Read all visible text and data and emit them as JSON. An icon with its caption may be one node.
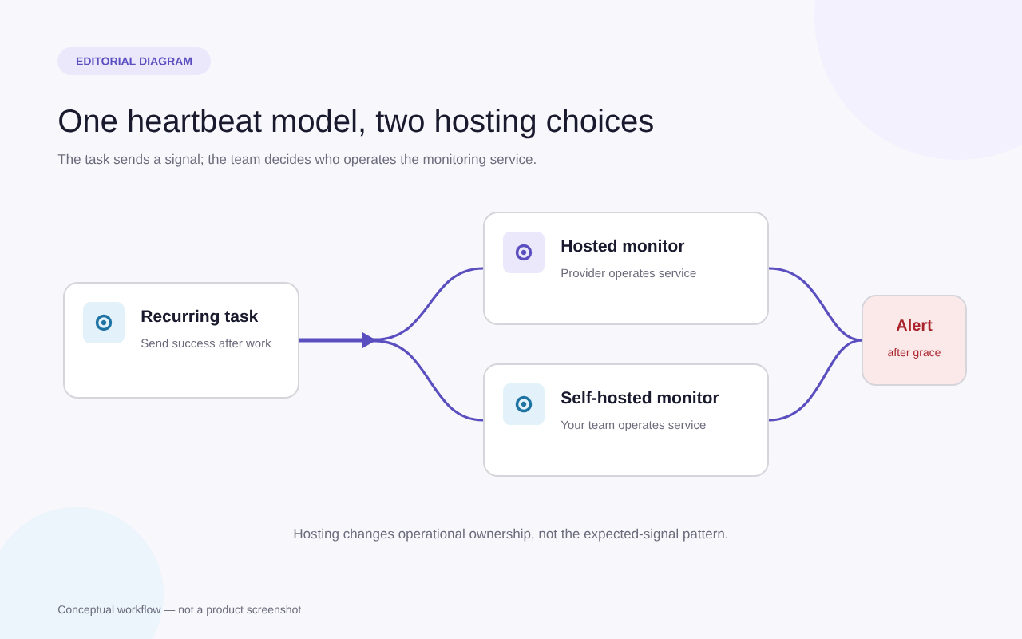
{
  "diagram": {
    "title": "One heartbeat model, two hosting choices",
    "nodes": [
      {
        "text": [
          "EDITORIAL DIAGRAM"
        ]
      },
      {
        "text": [
          "Recurring task",
          "Send success after work"
        ]
      },
      {
        "text": [
          "Hosted monitor",
          "Provider operates service"
        ]
      },
      {
        "text": [
          "Self-hosted monitor",
          "Your team operates service"
        ]
      },
      {
        "text": [
          "Alert",
          "after grace"
        ]
      }
    ],
    "edges": [
      {
        "from": 1,
        "to": 2,
        "arrow": "to"
      },
      {
        "from": 1,
        "to": 3,
        "arrow": "to"
      },
      {
        "from": 2,
        "to": 4,
        "arrow": "none"
      },
      {
        "from": 3,
        "to": 4,
        "arrow": "none"
      }
    ],
    "labels": [
      "The task sends a signal; the team decides who operates the monitoring service.",
      "Hosting changes operational ownership, not the expected-signal pattern.",
      "Conceptual workflow — not a product screenshot"
    ]
  }
}
